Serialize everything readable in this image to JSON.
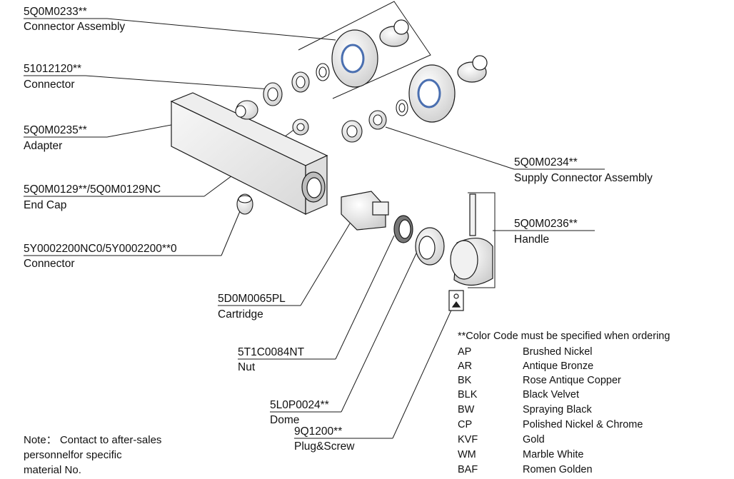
{
  "callouts": [
    {
      "part": "5Q0M0233**",
      "name": "Connector Assembly"
    },
    {
      "part": "51012120**",
      "name": "Connector"
    },
    {
      "part": "5Q0M0235**",
      "name": "Adapter"
    },
    {
      "part": "5Q0M0129**/5Q0M0129NC",
      "name": "End Cap"
    },
    {
      "part": "5Y0002200NC0/5Y0002200**0",
      "name": "Connector"
    },
    {
      "part": "5Q0M0234**",
      "name": "Supply Connector Assembly"
    },
    {
      "part": "5Q0M0236**",
      "name": "Handle"
    },
    {
      "part": "5D0M0065PL",
      "name": "Cartridge"
    },
    {
      "part": "5T1C0084NT",
      "name": "Nut"
    },
    {
      "part": "5L0P0024**",
      "name": "Dome"
    },
    {
      "part": "9Q1200**",
      "name": "Plug&Screw"
    }
  ],
  "note": {
    "line1": "Note： Contact to after-sales",
    "line2": "personnelfor specific",
    "line3": "material No."
  },
  "color_codes": {
    "title": "**Color Code must be specified when ordering",
    "rows": [
      {
        "code": "AP",
        "name": "Brushed Nickel"
      },
      {
        "code": "AR",
        "name": "Antique Bronze"
      },
      {
        "code": "BK",
        "name": "Rose Antique Copper"
      },
      {
        "code": "BLK",
        "name": "Black Velvet"
      },
      {
        "code": "BW",
        "name": "Spraying Black"
      },
      {
        "code": "CP",
        "name": "Polished Nickel & Chrome"
      },
      {
        "code": "KVF",
        "name": "Gold"
      },
      {
        "code": "WM",
        "name": "Marble White"
      },
      {
        "code": "BAF",
        "name": "Romen Golden"
      }
    ]
  },
  "colors": {
    "line": "#1a1a1a",
    "seal": "#4a6fb0",
    "shade": "#d8d8d8"
  }
}
